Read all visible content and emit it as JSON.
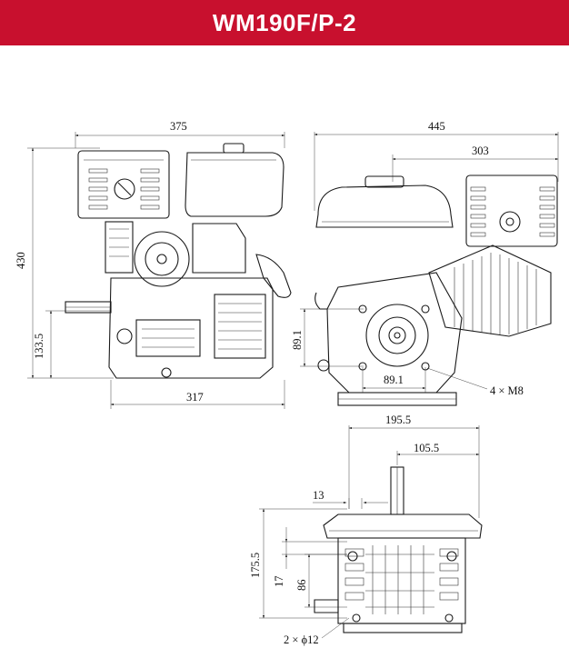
{
  "header": {
    "title": "WM190F/P-2",
    "background_color": "#c8102e",
    "text_color": "#ffffff"
  },
  "side_view": {
    "width_label": "375",
    "height_label": "430",
    "shaft_height_label": "133.5",
    "base_length_label": "317"
  },
  "front_view": {
    "width_label": "445",
    "right_width_label": "303",
    "mount_height_label": "89.1",
    "mount_width_label": "89.1",
    "bolt_label": "4 × M8"
  },
  "top_view": {
    "width_label": "195.5",
    "half_width_label": "105.5",
    "shaft_offset_label": "13",
    "height_label": "175.5",
    "small_offset_label": "17",
    "inner_height_label": "86",
    "hole_label": "2 × ϕ12"
  }
}
